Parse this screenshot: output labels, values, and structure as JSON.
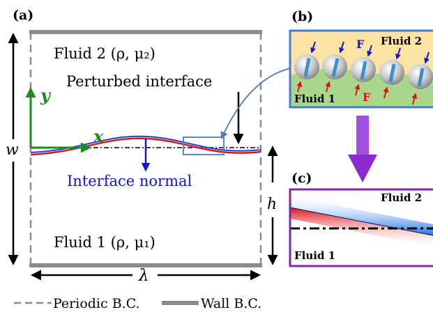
{
  "panel_a": {
    "label": "(a)",
    "fluid_top": "Fluid 2 (ρ, μ₂)",
    "fluid_bottom": "Fluid 1 (ρ, μ₁)",
    "perturbed_interface": "Perturbed interface",
    "interface_normal": "Interface normal",
    "axis_y": "y",
    "axis_x": "x",
    "width_symbol": "w",
    "height_symbol": "h",
    "wavelength_symbol": "λ"
  },
  "panel_b": {
    "label": "(b)",
    "fluid_top": "Fluid 2",
    "fluid_bottom": "Fluid 1",
    "force_top": "F",
    "force_bottom": "F"
  },
  "panel_c": {
    "label": "(c)",
    "fluid_top": "Fluid 2",
    "fluid_bottom": "Fluid 1"
  },
  "legend": {
    "periodic": "Periodic B.C.",
    "wall": "Wall B.C."
  },
  "colors": {
    "wall_gray": "#8c8c8c",
    "axis_green": "#1f8a1f",
    "normal_blue": "#1414d6",
    "interface_red": "#d11a1a",
    "box_blue": "#4a7bc8",
    "panel_b_top_fill": "#fbe3a3",
    "panel_b_bottom_fill": "#a8d68a",
    "panel_c_border": "#7a2aa8",
    "arrow_purple": "#8a2bd0",
    "force_red": "#e01010"
  }
}
